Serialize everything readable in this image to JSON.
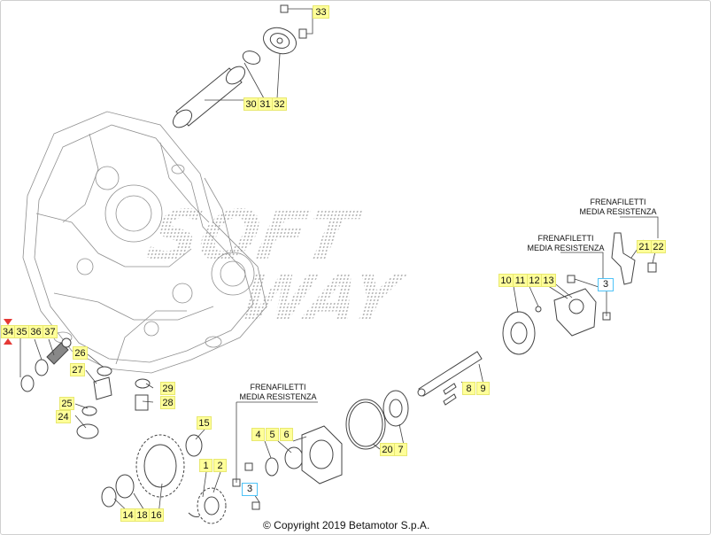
{
  "diagram": {
    "labels": {
      "p33": "33",
      "p30": "30",
      "p31": "31",
      "p32": "32",
      "p34": "34",
      "p35": "35",
      "p36": "36",
      "p37": "37",
      "p26": "26",
      "p27": "27",
      "p29": "29",
      "p28": "28",
      "p25": "25",
      "p24": "24",
      "p15": "15",
      "p1": "1",
      "p2": "2",
      "p3a": "3",
      "p4": "4",
      "p5": "5",
      "p6": "6",
      "p14": "14",
      "p18": "18",
      "p16": "16",
      "p20": "20",
      "p7": "7",
      "p8": "8",
      "p9": "9",
      "p10": "10",
      "p11": "11",
      "p12": "12",
      "p13": "13",
      "p3b": "3",
      "p21": "21",
      "p22": "22"
    },
    "notes": {
      "note_top_line1": "FRENAFILETTI",
      "note_top_line2": "MEDIA RESISTENZA",
      "note_mid_line1": "FRENAFILETTI",
      "note_mid_line2": "MEDIA RESISTENZA",
      "note_low_line1": "FRENAFILETTI",
      "note_low_line2": "MEDIA RESISTENZA"
    },
    "watermark": {
      "line1": "SOFT",
      "line2": "WAY"
    },
    "copyright": "© Copyright 2019 Betamotor S.p.A.",
    "colors": {
      "label_fill": "#ffff99",
      "selected_border": "#4fc3f7",
      "marker": "#e53935",
      "line": "#444444"
    }
  }
}
